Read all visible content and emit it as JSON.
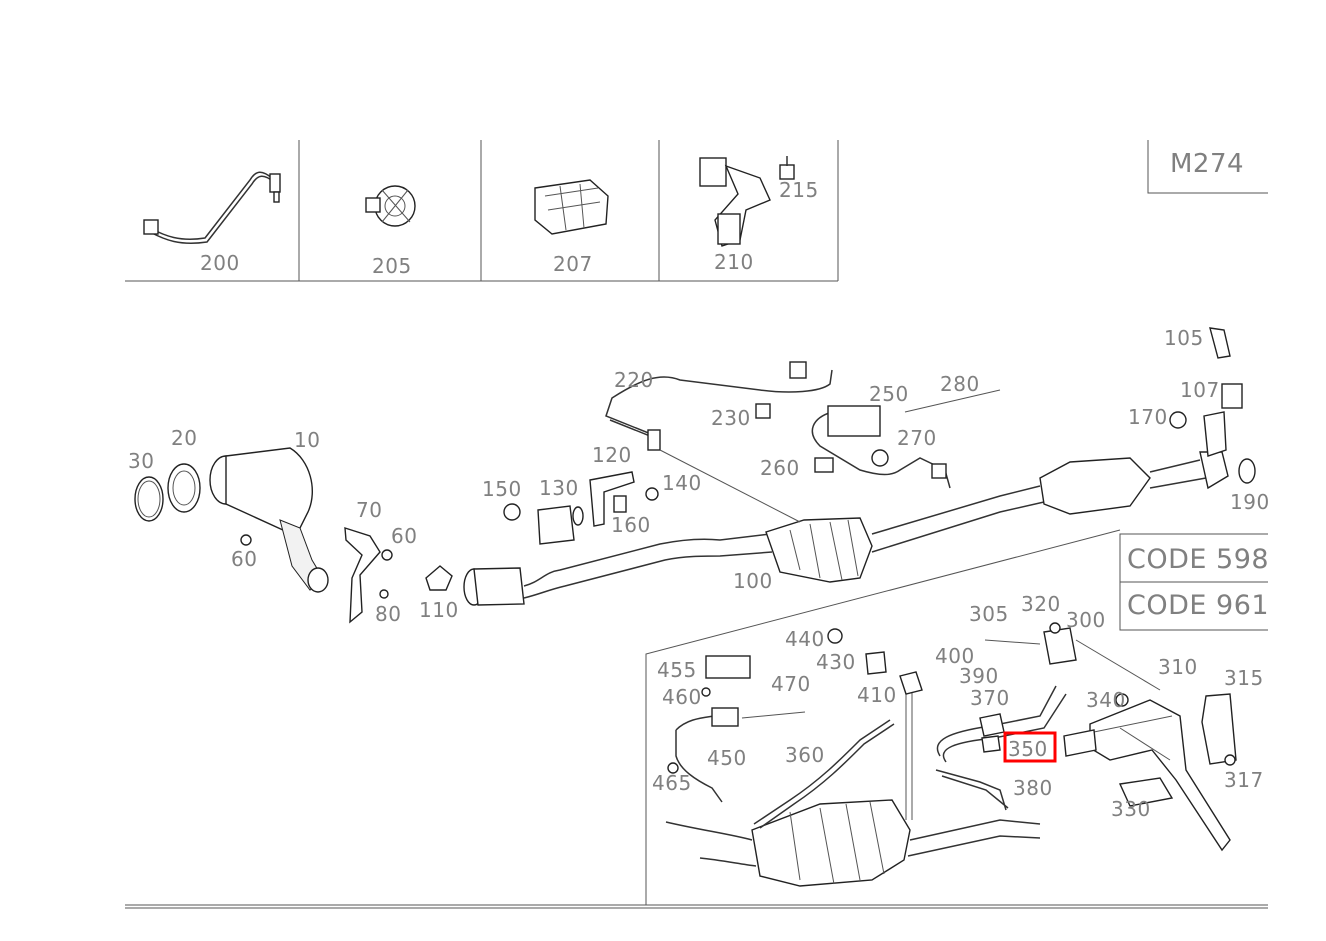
{
  "diagram": {
    "engine_label": "M274",
    "codes": [
      "CODE 598",
      "CODE 961"
    ],
    "highlighted_part": "350",
    "highlight_color": "#ff0000",
    "parts": {
      "p10": "10",
      "p20": "20",
      "p30": "30",
      "p60a": "60",
      "p60b": "60",
      "p70": "70",
      "p80": "80",
      "p100": "100",
      "p105": "105",
      "p107": "107",
      "p110": "110",
      "p120": "120",
      "p130": "130",
      "p140": "140",
      "p150": "150",
      "p160": "160",
      "p170": "170",
      "p190": "190",
      "p200": "200",
      "p205": "205",
      "p207": "207",
      "p210": "210",
      "p215": "215",
      "p220": "220",
      "p230": "230",
      "p250": "250",
      "p260": "260",
      "p270": "270",
      "p280": "280",
      "p300": "300",
      "p305": "305",
      "p310": "310",
      "p315": "315",
      "p317": "317",
      "p320": "320",
      "p330": "330",
      "p340": "340",
      "p350": "350",
      "p360": "360",
      "p370": "370",
      "p380": "380",
      "p390": "390",
      "p400": "400",
      "p410": "410",
      "p430": "430",
      "p440": "440",
      "p450": "450",
      "p455": "455",
      "p460": "460",
      "p465": "465",
      "p470": "470"
    }
  }
}
